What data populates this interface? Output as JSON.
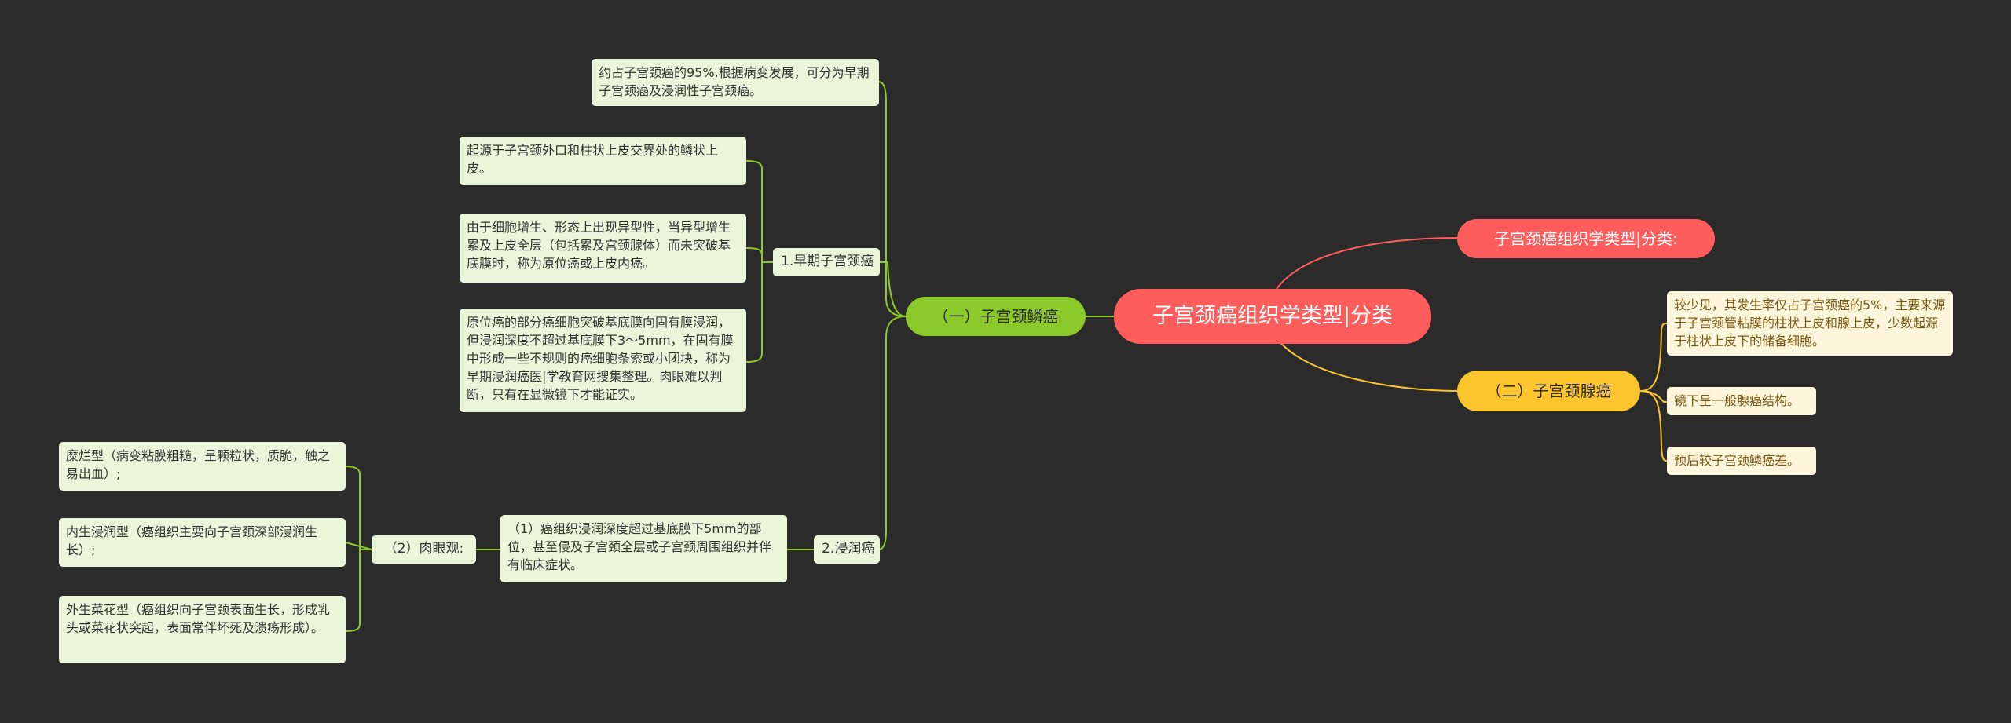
{
  "root": "子宫颈癌组织学类型|分类",
  "branches": {
    "squamous": "（一）子宫颈鳞癌",
    "classification": "子宫颈癌组织学类型|分类:",
    "adeno": "（二）子宫颈腺癌"
  },
  "squamous": {
    "intro": "约占子宫颈癌的95%.根据病变发展，可分为早期子宫颈癌及浸润性子宫颈癌。",
    "early": {
      "label": "1.早期子宫颈癌",
      "items": [
        "起源于子宫颈外口和柱状上皮交界处的鳞状上皮。",
        "由于细胞增生、形态上出现异型性，当异型增生累及上皮全层（包括累及宫颈腺体）而未突破基底膜时，称为原位癌或上皮内癌。",
        "原位癌的部分癌细胞突破基底膜向固有膜浸润，但浸润深度不超过基底膜下3～5mm，在固有膜中形成一些不规则的癌细胞条索或小团块，称为早期浸润癌医|学教育网搜集整理。肉眼难以判断，只有在显微镜下才能证实。"
      ]
    },
    "invasive": {
      "label": "2.浸润癌",
      "detail": "（1）癌组织浸润深度超过基底膜下5mm的部位，甚至侵及子宫颈全层或子宫颈周围组织并伴有临床症状。",
      "gross": {
        "label": "（2）肉眼观:",
        "items": [
          "糜烂型（病变粘膜粗糙，呈颗粒状，质脆，触之易出血）;",
          "内生浸润型（癌组织主要向子宫颈深部浸润生长）;",
          "外生菜花型（癌组织向子宫颈表面生长，形成乳头或菜花状突起，表面常伴坏死及溃疡形成）。"
        ]
      }
    }
  },
  "adeno": {
    "items": [
      "较少见，其发生率仅占子宫颈癌的5%，主要来源于子宫颈管粘膜的柱状上皮和腺上皮，少数起源于柱状上皮下的储备细胞。",
      "镜下呈一般腺癌结构。",
      "预后较子宫颈鳞癌差。"
    ]
  },
  "colors": {
    "background": "#2b2b2b",
    "root": "#ff5c5c",
    "green": "#8cc92a",
    "red": "#ff5c5c",
    "yellow": "#fcc52e",
    "leaf": "#eaf5d9",
    "yellow_leaf": "#fdf5dc"
  }
}
